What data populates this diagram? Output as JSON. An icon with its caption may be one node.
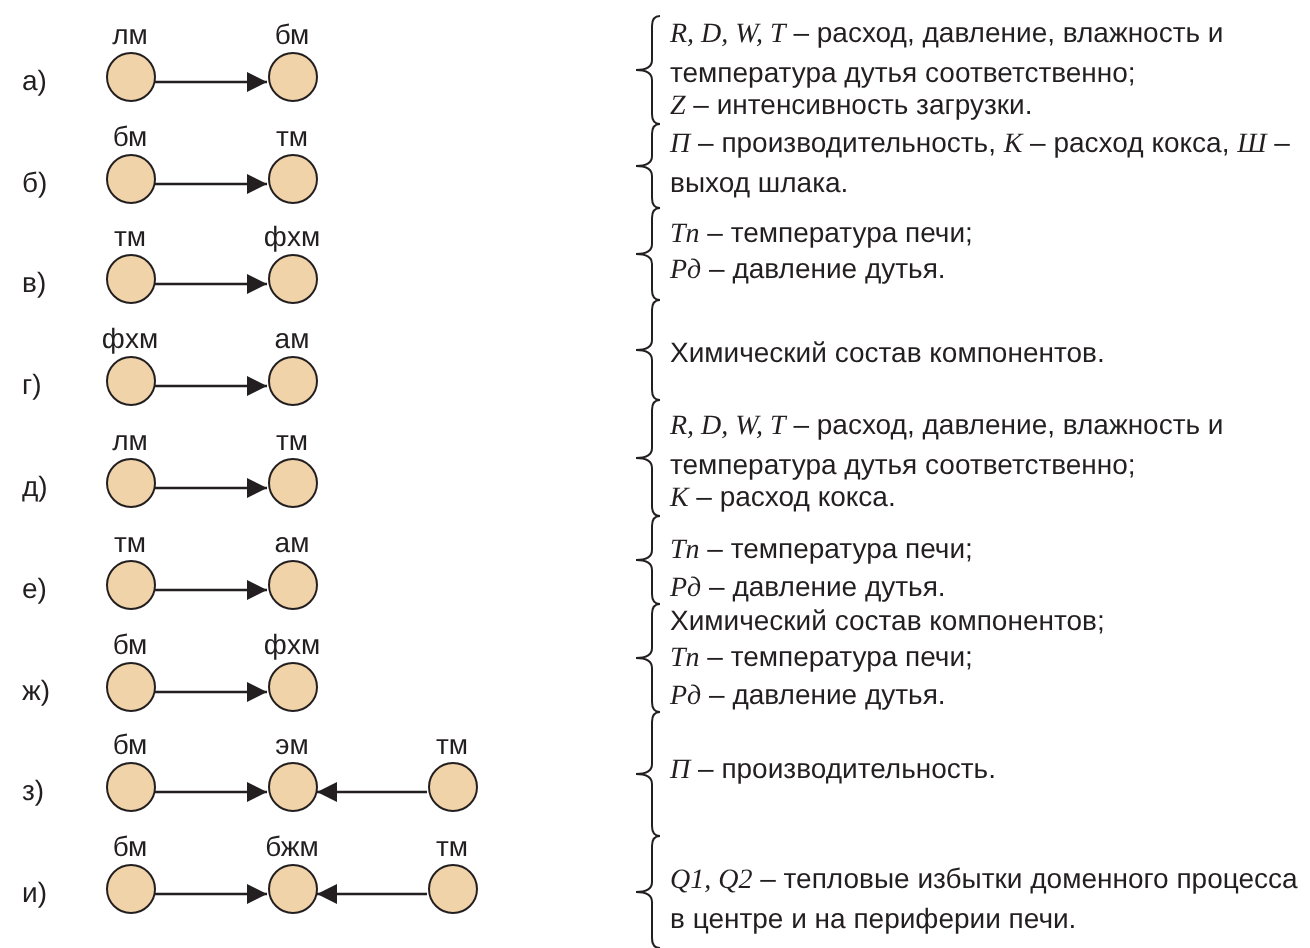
{
  "diagram": {
    "nodes": [
      {
        "text": [
          "лм"
        ]
      },
      {
        "text": [
          "бм"
        ]
      },
      {
        "text": [
          "бм"
        ]
      },
      {
        "text": [
          "тм"
        ]
      },
      {
        "text": [
          "тм"
        ]
      },
      {
        "text": [
          "фхм"
        ]
      },
      {
        "text": [
          "фхм"
        ]
      },
      {
        "text": [
          "ам"
        ]
      },
      {
        "text": [
          "лм"
        ]
      },
      {
        "text": [
          "тм"
        ]
      },
      {
        "text": [
          "тм"
        ]
      },
      {
        "text": [
          "ам"
        ]
      },
      {
        "text": [
          "бм"
        ]
      },
      {
        "text": [
          "фхм"
        ]
      },
      {
        "text": [
          "бм"
        ]
      },
      {
        "text": [
          "эм"
        ]
      },
      {
        "text": [
          "тм"
        ]
      },
      {
        "text": [
          "бм"
        ]
      },
      {
        "text": [
          "бжм"
        ]
      },
      {
        "text": [
          "тм"
        ]
      }
    ],
    "edges": [
      {
        "from": 0,
        "to": 1,
        "arrow": "to"
      },
      {
        "from": 2,
        "to": 3,
        "arrow": "to"
      },
      {
        "from": 4,
        "to": 5,
        "arrow": "to"
      },
      {
        "from": 6,
        "to": 7,
        "arrow": "to"
      },
      {
        "from": 8,
        "to": 9,
        "arrow": "to"
      },
      {
        "from": 10,
        "to": 11,
        "arrow": "to"
      },
      {
        "from": 12,
        "to": 13,
        "arrow": "to"
      },
      {
        "from": 14,
        "to": 15,
        "arrow": "to"
      },
      {
        "from": 16,
        "to": 15,
        "arrow": "to"
      },
      {
        "from": 17,
        "to": 18,
        "arrow": "to"
      },
      {
        "from": 19,
        "to": 18,
        "arrow": "to"
      }
    ],
    "labels": [
      "а)",
      "б)",
      "в)",
      "г)",
      "д)",
      "е)",
      "ж)",
      "з)",
      "и)",
      "*R, D, W, T* – расход, давление, влажность и температура дутья соответственно;",
      "*Z* – интенсивность загрузки.",
      "*П* – производительность, *К* – расход кокса, *Ш* – выход шлака.",
      "*Tп* – температура печи;",
      "*Pд* – давление дутья.",
      "Химический состав компонентов.",
      "*R, D, W, T* – расход, давление, влажность и температура дутья соответственно;",
      "*К* – расход кокса.",
      "*Tп* – температура печи;",
      "*Pд* – давление дутья.",
      "Химический состав компонентов;",
      "*Tп* – температура печи;",
      "*Pд* – давление дутья.",
      "*П* – производительность.",
      "*Q1, Q2* – тепловые избытки доменного процесса в центре и на периферии печи."
    ]
  }
}
